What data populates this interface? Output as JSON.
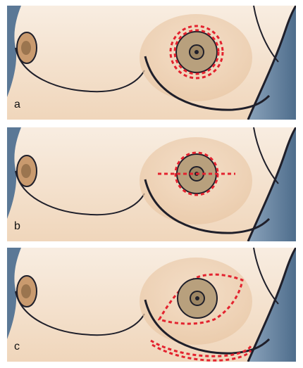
{
  "panels": [
    {
      "label": "a",
      "incision": "periareolar"
    },
    {
      "label": "b",
      "incision": "periareolar-horizontal"
    },
    {
      "label": "c",
      "incision": "elliptical-inframammary"
    }
  ],
  "colors": {
    "skin_light": "#f7eadc",
    "skin_mid": "#f1d2b4",
    "skin_shadow": "#dcb390",
    "background_blue": "#5b7896",
    "areola": "#b8a07d",
    "nipple": "#8c7555",
    "outline": "#1f1f2a",
    "incision": "#e3232f"
  }
}
